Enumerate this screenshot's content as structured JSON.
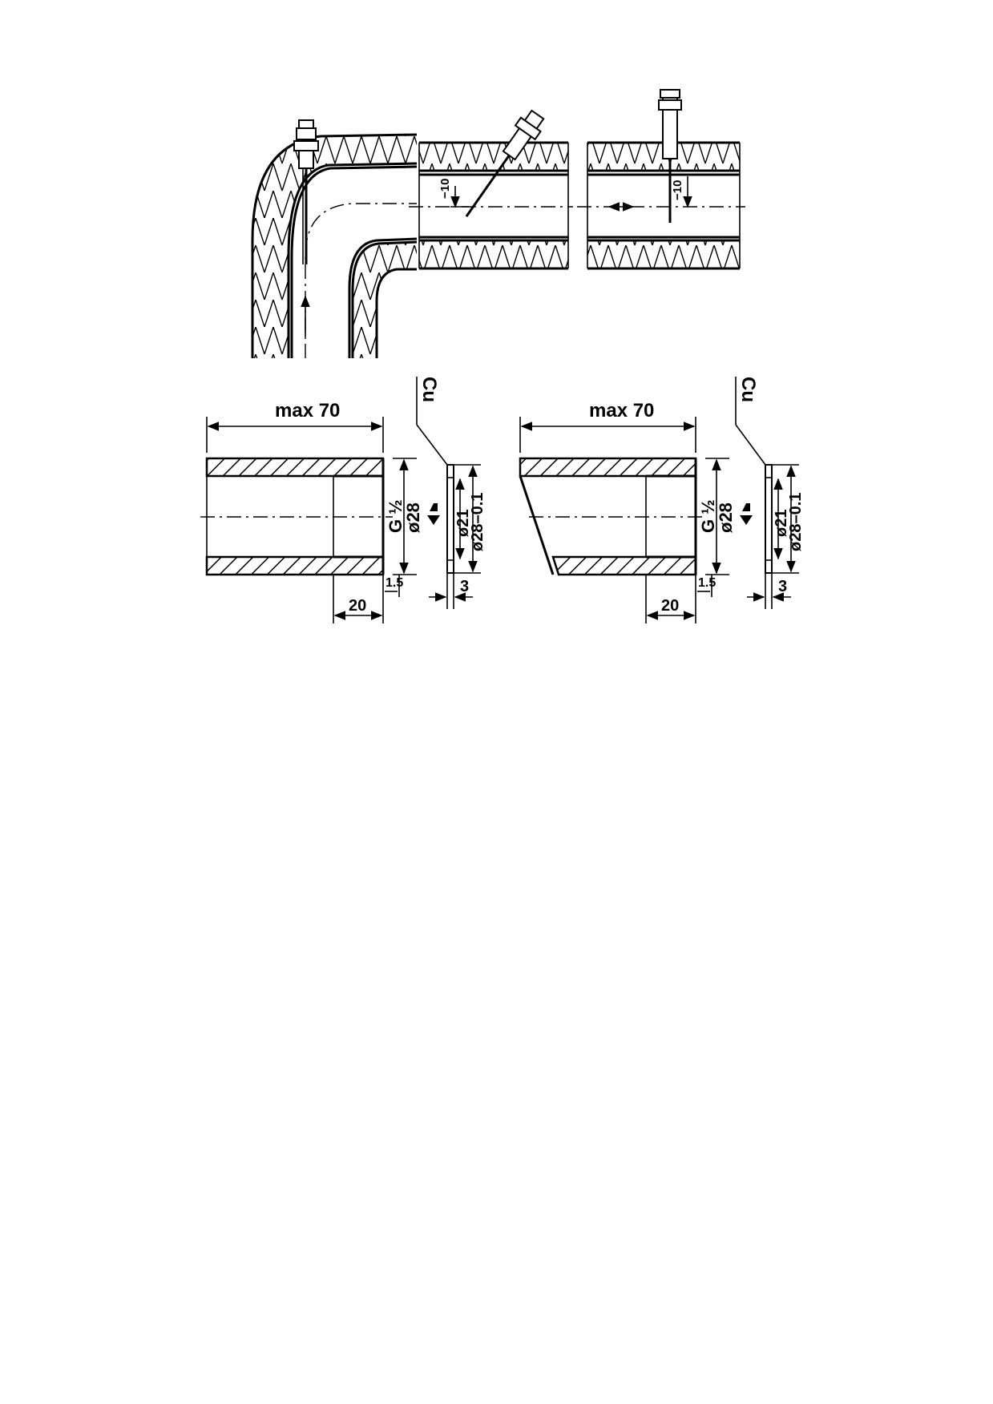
{
  "labels": {
    "insertion_depth_1": "−10",
    "insertion_depth_2": "−10",
    "length_left": "max 70",
    "length_right": "max 70",
    "material_left": "Cu",
    "material_right": "Cu",
    "thread_left": "G ½",
    "thread_right": "G ½",
    "outer_dia_left": "ø28",
    "outer_dia_right": "ø28",
    "inner_dia_left": "ø21",
    "inner_dia_right": "ø21",
    "washer_dia_left": "ø28–0.1",
    "washer_dia_right": "ø28–0.1",
    "chamfer_left": "1.5",
    "chamfer_right": "1.5",
    "thread_len_left": "20",
    "thread_len_right": "20",
    "washer_thk_left": "3",
    "washer_thk_right": "3"
  }
}
